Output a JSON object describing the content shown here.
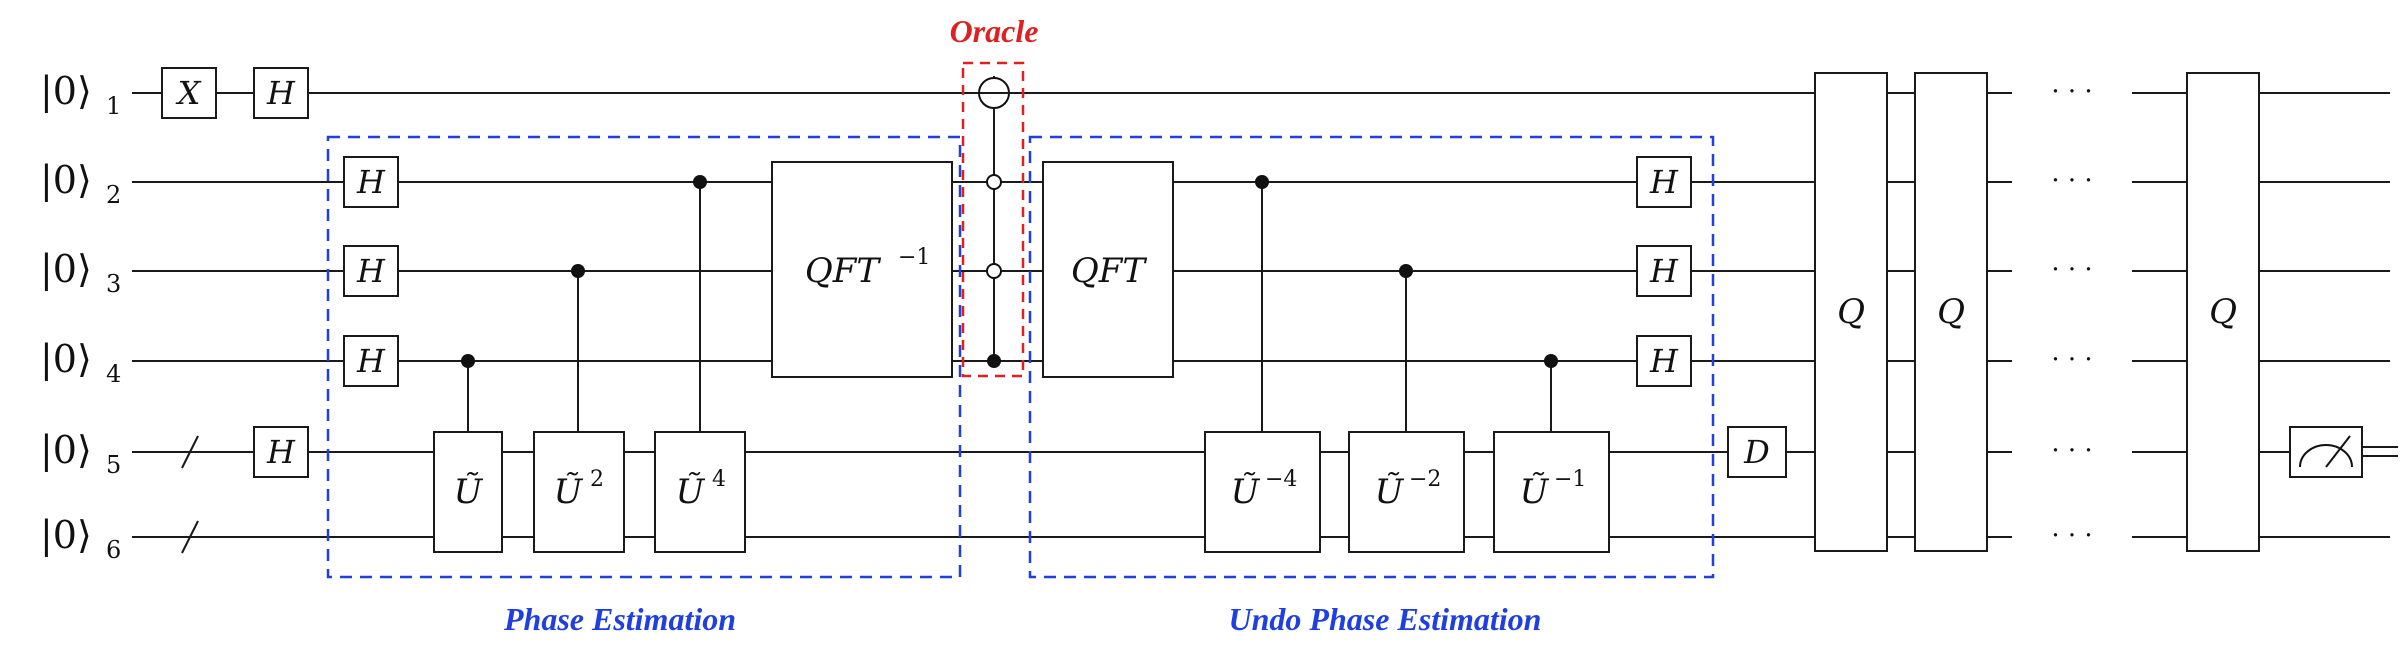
{
  "colors": {
    "wire": "#1a1a1a",
    "phase_region": "#1f3fe0",
    "oracle_region": "#e02020"
  },
  "labels": {
    "oracle": "Oracle",
    "phase_estimation": "Phase Estimation",
    "undo_phase_estimation": "Undo Phase Estimation"
  },
  "qubits": [
    {
      "ket": "|0⟩",
      "sub": "1"
    },
    {
      "ket": "|0⟩",
      "sub": "2"
    },
    {
      "ket": "|0⟩",
      "sub": "3"
    },
    {
      "ket": "|0⟩",
      "sub": "4"
    },
    {
      "ket": "|0⟩",
      "sub": "5"
    },
    {
      "ket": "|0⟩",
      "sub": "6"
    }
  ],
  "gates": {
    "x": "X",
    "h": "H",
    "u_tilde": "Ũ",
    "sup_2": "2",
    "sup_4": "4",
    "qft_inv": "QFT",
    "sup_inv": "−1",
    "qft": "QFT",
    "sup_m4": "−4",
    "sup_m2": "−2",
    "sup_m1": "−1",
    "d": "D",
    "q": "Q"
  },
  "ellipsis": "· · ·",
  "measurement_icon": "meter-icon",
  "oracle_symbol": "target-icon"
}
